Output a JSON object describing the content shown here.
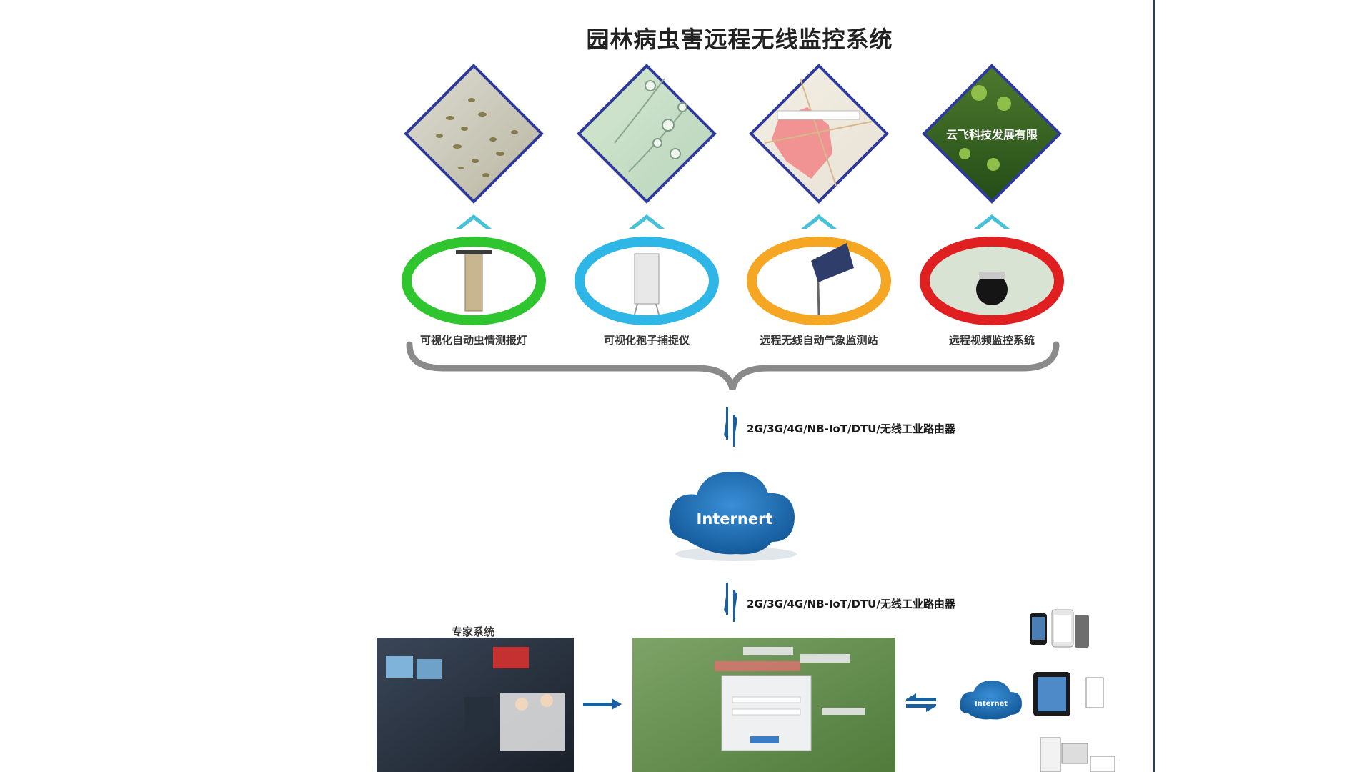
{
  "diagram": {
    "title": "园林病虫害远程无线监控系统",
    "devices": [
      {
        "label": "可视化自动虫情测报灯",
        "ring_color": "#2ec52e"
      },
      {
        "label": "可视化孢子捕捉仪",
        "ring_color": "#2eb7e6"
      },
      {
        "label": "远程无线自动气象监测站",
        "ring_color": "#f5a623"
      },
      {
        "label": "远程视频监控系统",
        "ring_color": "#e02020"
      }
    ],
    "snapshot_overlay_text": "云飞科技发展有限",
    "link_label_top": "2G/3G/4G/NB-IoT/DTU/无线工业路由器",
    "link_label_bottom": "2G/3G/4G/NB-IoT/DTU/无线工业路由器",
    "cloud_label": "Internert",
    "cloud_small_label": "Internet",
    "expert_label": "专家系统",
    "colors": {
      "cloud": "#1c6fb8",
      "arrow": "#1a5f9e",
      "accent": "#46c1d8"
    }
  }
}
